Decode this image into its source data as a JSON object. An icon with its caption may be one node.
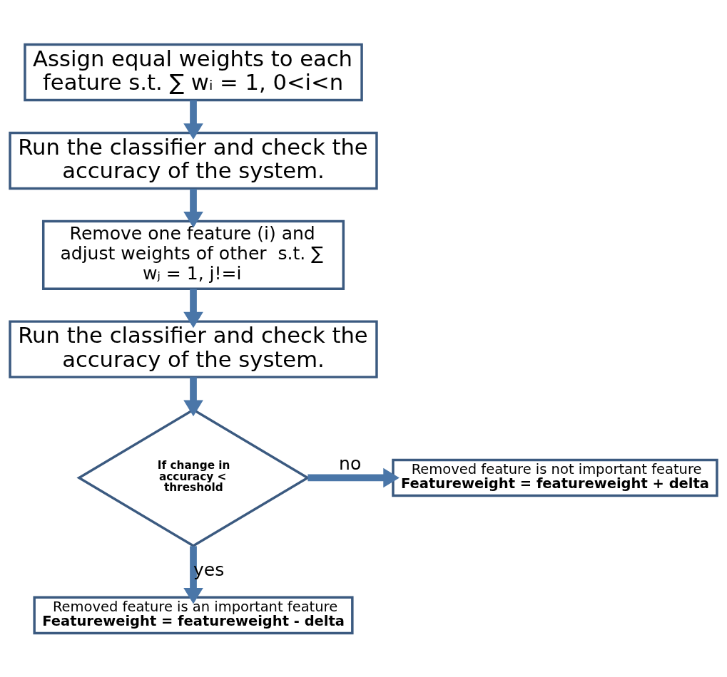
{
  "diagram": {
    "nodes": [
      {
        "text": [
          "Assign equal weights to each feature s.t. ∑ wᵢ = 1, 0<i<n"
        ]
      },
      {
        "text": [
          "Run the classifier and check the accuracy of the system."
        ]
      },
      {
        "text": [
          "Remove one feature (i) and adjust weights of other  s.t. ∑ wⱼ = 1, j!=i"
        ]
      },
      {
        "text": [
          "Run the classifier and check the accuracy of the system."
        ]
      },
      {
        "text": [
          "If change in accuracy < threshold"
        ]
      },
      {
        "text": [
          "Removed feature is not important feature",
          "Featureweight = featureweight + delta"
        ]
      },
      {
        "text": [
          "Removed feature is an important feature",
          "Featureweight = featureweight - delta"
        ]
      }
    ],
    "edges": [
      {
        "from": 0,
        "to": 1,
        "arrow": "to"
      },
      {
        "from": 1,
        "to": 2,
        "arrow": "to"
      },
      {
        "from": 2,
        "to": 3,
        "arrow": "to"
      },
      {
        "from": 3,
        "to": 4,
        "arrow": "to"
      },
      {
        "from": 4,
        "to": 5,
        "arrow": "to",
        "label": "no"
      },
      {
        "from": 4,
        "to": 6,
        "arrow": "to",
        "label": "yes"
      }
    ]
  }
}
